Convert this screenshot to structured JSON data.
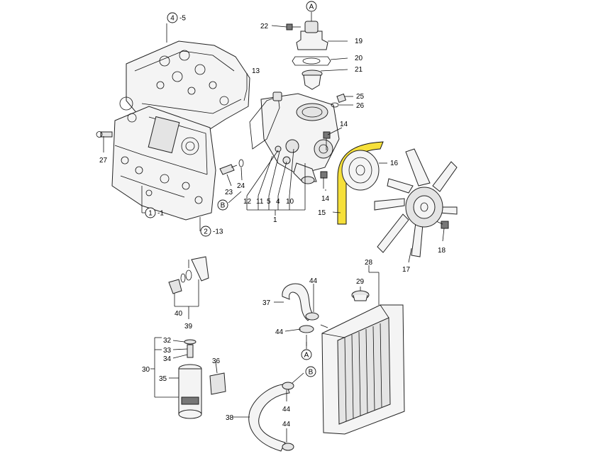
{
  "diagram": {
    "colors": {
      "highlight": "#f6e03a",
      "line": "#111111",
      "part_fill": "#f4f4f4"
    },
    "callouts": {
      "n1": "1",
      "n2": "2",
      "n4": "4",
      "n5": "5",
      "n10": "10",
      "n11": "11",
      "n12": "12",
      "n13": "13",
      "n14a": "14",
      "n14b": "14",
      "n15": "15",
      "n16": "16",
      "n17": "17",
      "n18": "18",
      "n19": "19",
      "n20": "20",
      "n21": "21",
      "n22": "22",
      "n23": "23",
      "n24": "24",
      "n25": "25",
      "n26": "26",
      "n27": "27",
      "n28": "28",
      "n29": "29",
      "n30": "30",
      "n32": "32",
      "n33": "33",
      "n34": "34",
      "n35": "35",
      "n36": "36",
      "n37": "37",
      "n38": "38",
      "n39": "39",
      "n40": "40",
      "n44a": "44",
      "n44b": "44",
      "n44c": "44",
      "n44d": "44",
      "s1": "1",
      "s2": "2",
      "s4": "4",
      "r1": "-1",
      "r2": "-13",
      "r4": "-5",
      "refA_top": "A",
      "refA_mid": "A",
      "refB_left": "B",
      "refB_right": "B"
    }
  }
}
